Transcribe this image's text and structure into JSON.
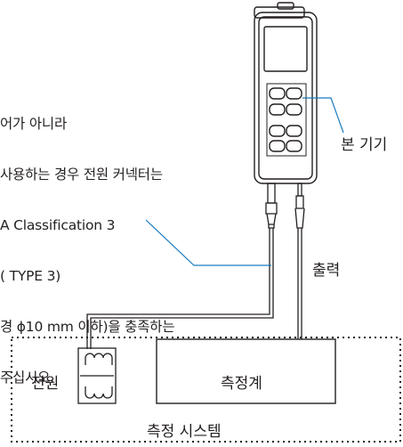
{
  "note": {
    "lines": [
      "어가 아니라",
      "사용하는 경우 전원 커넥터는",
      "A Classification 3",
      "( TYPE 3)",
      "경 ϕ10 mm 이하)을 충족하는",
      "주십시오."
    ]
  },
  "labels": {
    "device": "본 기기",
    "output": "출력",
    "power": "전원",
    "measuring_instrument": "측정계",
    "measurement_system": "측정 시스템"
  },
  "colors": {
    "line": "#231f20",
    "leader": "#1a7bbf"
  }
}
